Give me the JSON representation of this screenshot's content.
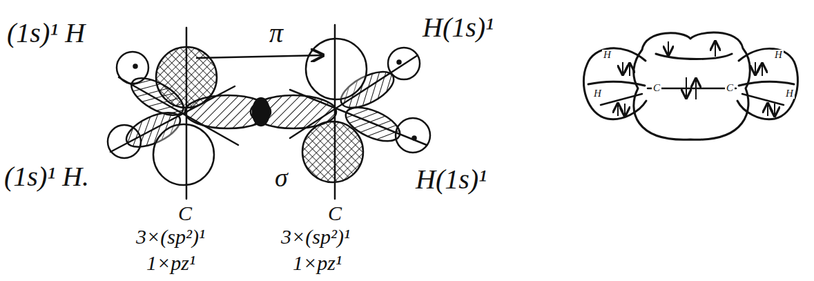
{
  "diagram": {
    "labels": [
      "(1s)¹ H",
      "π",
      "H(1s)¹",
      "(1s)¹ H.",
      "σ",
      "H(1s)¹",
      "C",
      "3×(sp²)¹",
      "1×pz¹",
      "C",
      "3×(sp²)¹",
      "1×pz¹",
      "H",
      "C",
      "C",
      "H",
      "H",
      "H"
    ]
  }
}
